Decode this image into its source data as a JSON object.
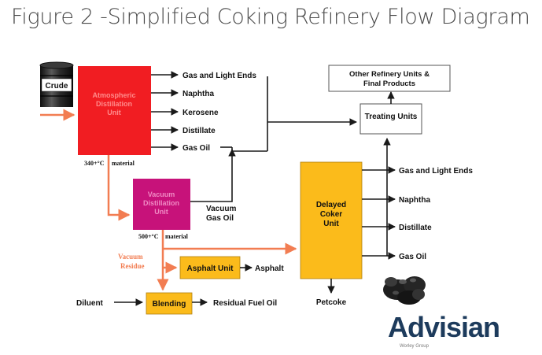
{
  "title": "Figure 2 -Simplified Coking Refinery Flow Diagram",
  "crude": {
    "label": "Crude"
  },
  "atmospheric_unit": {
    "line1": "Atmospheric",
    "line2": "Distillation",
    "line3": "Unit"
  },
  "atmospheric_products": [
    "Gas and Light Ends",
    "Naphtha",
    "Kerosene",
    "Distillate",
    "Gas Oil"
  ],
  "atmospheric_bottom_label": {
    "temp": "340+°C",
    "material": "material"
  },
  "vacuum_unit": {
    "line1": "Vacuum",
    "line2": "Distillation",
    "line3": "Unit"
  },
  "vacuum_gas_oil": {
    "line1": "Vacuum",
    "line2": "Gas Oil"
  },
  "vacuum_bottom_label": {
    "temp": "500+°C",
    "material": "material"
  },
  "vacuum_residue": {
    "line1": "Vacuum",
    "line2": "Residue"
  },
  "asphalt_unit": {
    "label": "Asphalt Unit"
  },
  "asphalt_product": "Asphalt",
  "blending": {
    "label": "Blending"
  },
  "diluent": "Diluent",
  "residual_fuel_oil": "Residual Fuel Oil",
  "delayed_coker": {
    "line1": "Delayed",
    "line2": "Coker",
    "line3": "Unit"
  },
  "coker_products": [
    "Gas and Light Ends",
    "Naphtha",
    "Distillate",
    "Gas Oil"
  ],
  "petcoke": "Petcoke",
  "treating_units": {
    "label": "Treating Units"
  },
  "other_units": {
    "line1": "Other Refinery Units &",
    "line2": "Final Products"
  },
  "logo": {
    "name": "Advisian",
    "subtitle": "Worley Group"
  },
  "colors": {
    "red_unit": "#f11d22",
    "magenta_unit": "#c7127a",
    "yellow_unit": "#fbbb1b",
    "orange_flow": "#f27d52",
    "arrow": "#1a1a1a",
    "logo_blue": "#1d3b5c"
  }
}
